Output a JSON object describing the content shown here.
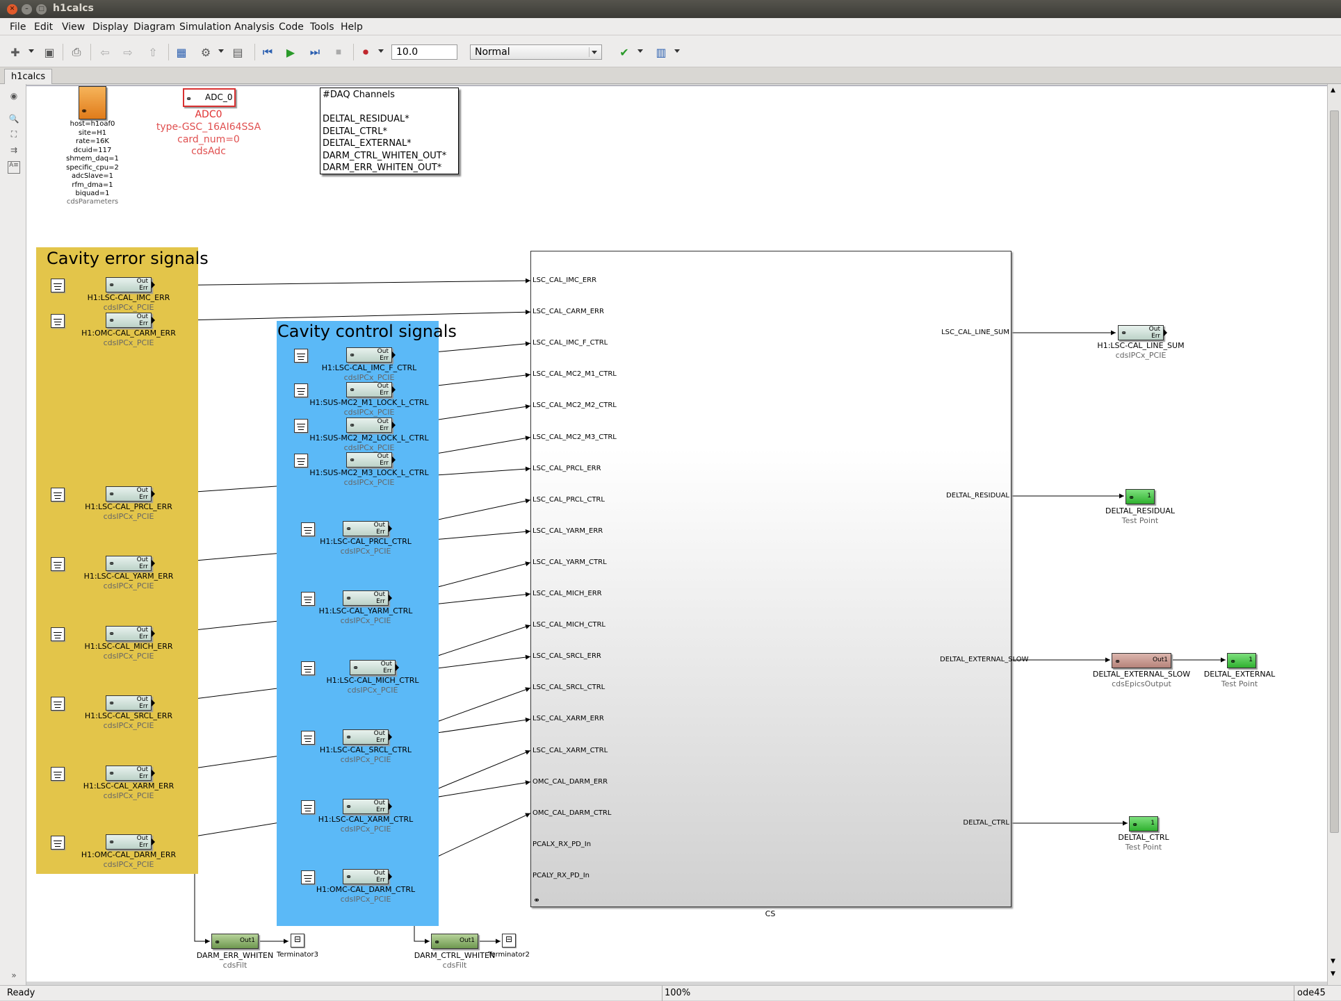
{
  "window": {
    "title": "h1calcs"
  },
  "menu": [
    "File",
    "Edit",
    "View",
    "Display",
    "Diagram",
    "Simulation",
    "Analysis",
    "Code",
    "Tools",
    "Help"
  ],
  "toolbar": {
    "stop_time": "10.0",
    "sim_mode": "Normal"
  },
  "tab": {
    "label": "h1calcs"
  },
  "params": {
    "lines": [
      "host=h1oaf0",
      "site=H1",
      "rate=16K",
      "dcuid=117",
      "shmem_daq=1",
      "specific_cpu=2",
      "adcSlave=1",
      "rfm_dma=1",
      "biquad=1"
    ],
    "lib": "cdsParameters"
  },
  "adc": {
    "port": "ADC_0",
    "name": "ADC0",
    "type": "type-GSC_16AI64SSA",
    "card": "card_num=0",
    "lib": "cdsAdc"
  },
  "daq_note": "#DAQ Channels\n\nDELTAL_RESIDUAL*\nDELTAL_CTRL*\nDELTAL_EXTERNAL*\nDARM_CTRL_WHITEN_OUT*\nDARM_ERR_WHITEN_OUT*",
  "regions": {
    "error_title": "Cavity error signals",
    "control_title": "Cavity control signals"
  },
  "block_ports": {
    "out": "Out",
    "err": "Err",
    "out1": "Out1",
    "one": "1"
  },
  "ipc_lib": "cdsIPCx_PCIE",
  "error_blocks": [
    {
      "name": "H1:LSC-CAL_IMC_ERR"
    },
    {
      "name": "H1:OMC-CAL_CARM_ERR"
    },
    {
      "name": "H1:LSC-CAL_PRCL_ERR"
    },
    {
      "name": "H1:LSC-CAL_YARM_ERR"
    },
    {
      "name": "H1:LSC-CAL_MICH_ERR"
    },
    {
      "name": "H1:LSC-CAL_SRCL_ERR"
    },
    {
      "name": "H1:LSC-CAL_XARM_ERR"
    },
    {
      "name": "H1:OMC-CAL_DARM_ERR"
    }
  ],
  "control_blocks": [
    {
      "name": "H1:LSC-CAL_IMC_F_CTRL"
    },
    {
      "name": "H1:SUS-MC2_M1_LOCK_L_CTRL"
    },
    {
      "name": "H1:SUS-MC2_M2_LOCK_L_CTRL"
    },
    {
      "name": "H1:SUS-MC2_M3_LOCK_L_CTRL"
    },
    {
      "name": "H1:LSC-CAL_PRCL_CTRL"
    },
    {
      "name": "H1:LSC-CAL_YARM_CTRL"
    },
    {
      "name": "H1:LSC-CAL_MICH_CTRL"
    },
    {
      "name": "H1:LSC-CAL_SRCL_CTRL"
    },
    {
      "name": "H1:LSC-CAL_XARM_CTRL"
    },
    {
      "name": "H1:OMC-CAL_DARM_CTRL"
    }
  ],
  "cs": {
    "name": "CS",
    "inputs": [
      "LSC_CAL_IMC_ERR",
      "LSC_CAL_CARM_ERR",
      "LSC_CAL_IMC_F_CTRL",
      "LSC_CAL_MC2_M1_CTRL",
      "LSC_CAL_MC2_M2_CTRL",
      "LSC_CAL_MC2_M3_CTRL",
      "LSC_CAL_PRCL_ERR",
      "LSC_CAL_PRCL_CTRL",
      "LSC_CAL_YARM_ERR",
      "LSC_CAL_YARM_CTRL",
      "LSC_CAL_MICH_ERR",
      "LSC_CAL_MICH_CTRL",
      "LSC_CAL_SRCL_ERR",
      "LSC_CAL_SRCL_CTRL",
      "LSC_CAL_XARM_ERR",
      "LSC_CAL_XARM_CTRL",
      "OMC_CAL_DARM_ERR",
      "OMC_CAL_DARM_CTRL",
      "PCALX_RX_PD_In",
      "PCALY_RX_PD_In"
    ],
    "outputs": [
      "LSC_CAL_LINE_SUM",
      "DELTAL_RESIDUAL",
      "DELTAL_EXTERNAL_SLOW",
      "DELTAL_CTRL"
    ]
  },
  "outputs": {
    "line_sum": {
      "name": "H1:LSC-CAL_LINE_SUM",
      "lib": "cdsIPCx_PCIE"
    },
    "residual": {
      "name": "DELTAL_RESIDUAL",
      "lib": "Test Point"
    },
    "ext_slow": {
      "name": "DELTAL_EXTERNAL_SLOW",
      "lib": "cdsEpicsOutput"
    },
    "external": {
      "name": "DELTAL_EXTERNAL",
      "lib": "Test Point"
    },
    "ctrl": {
      "name": "DELTAL_CTRL",
      "lib": "Test Point"
    }
  },
  "whiten": {
    "err": {
      "name": "DARM_ERR_WHITEN",
      "lib": "cdsFilt",
      "term": "Terminator3"
    },
    "ctrl": {
      "name": "DARM_CTRL_WHITEN",
      "lib": "cdsFilt",
      "term": "Terminator2"
    }
  },
  "status": {
    "left": "Ready",
    "zoom": "100%",
    "solver": "ode45"
  },
  "colors": {
    "error_region": "#e3c54a",
    "control_region": "#5bb9f7",
    "test_point": "#3ec43e",
    "epics_out": "#c99890",
    "filt": "#8fb06e",
    "adc_red": "#e05050"
  }
}
